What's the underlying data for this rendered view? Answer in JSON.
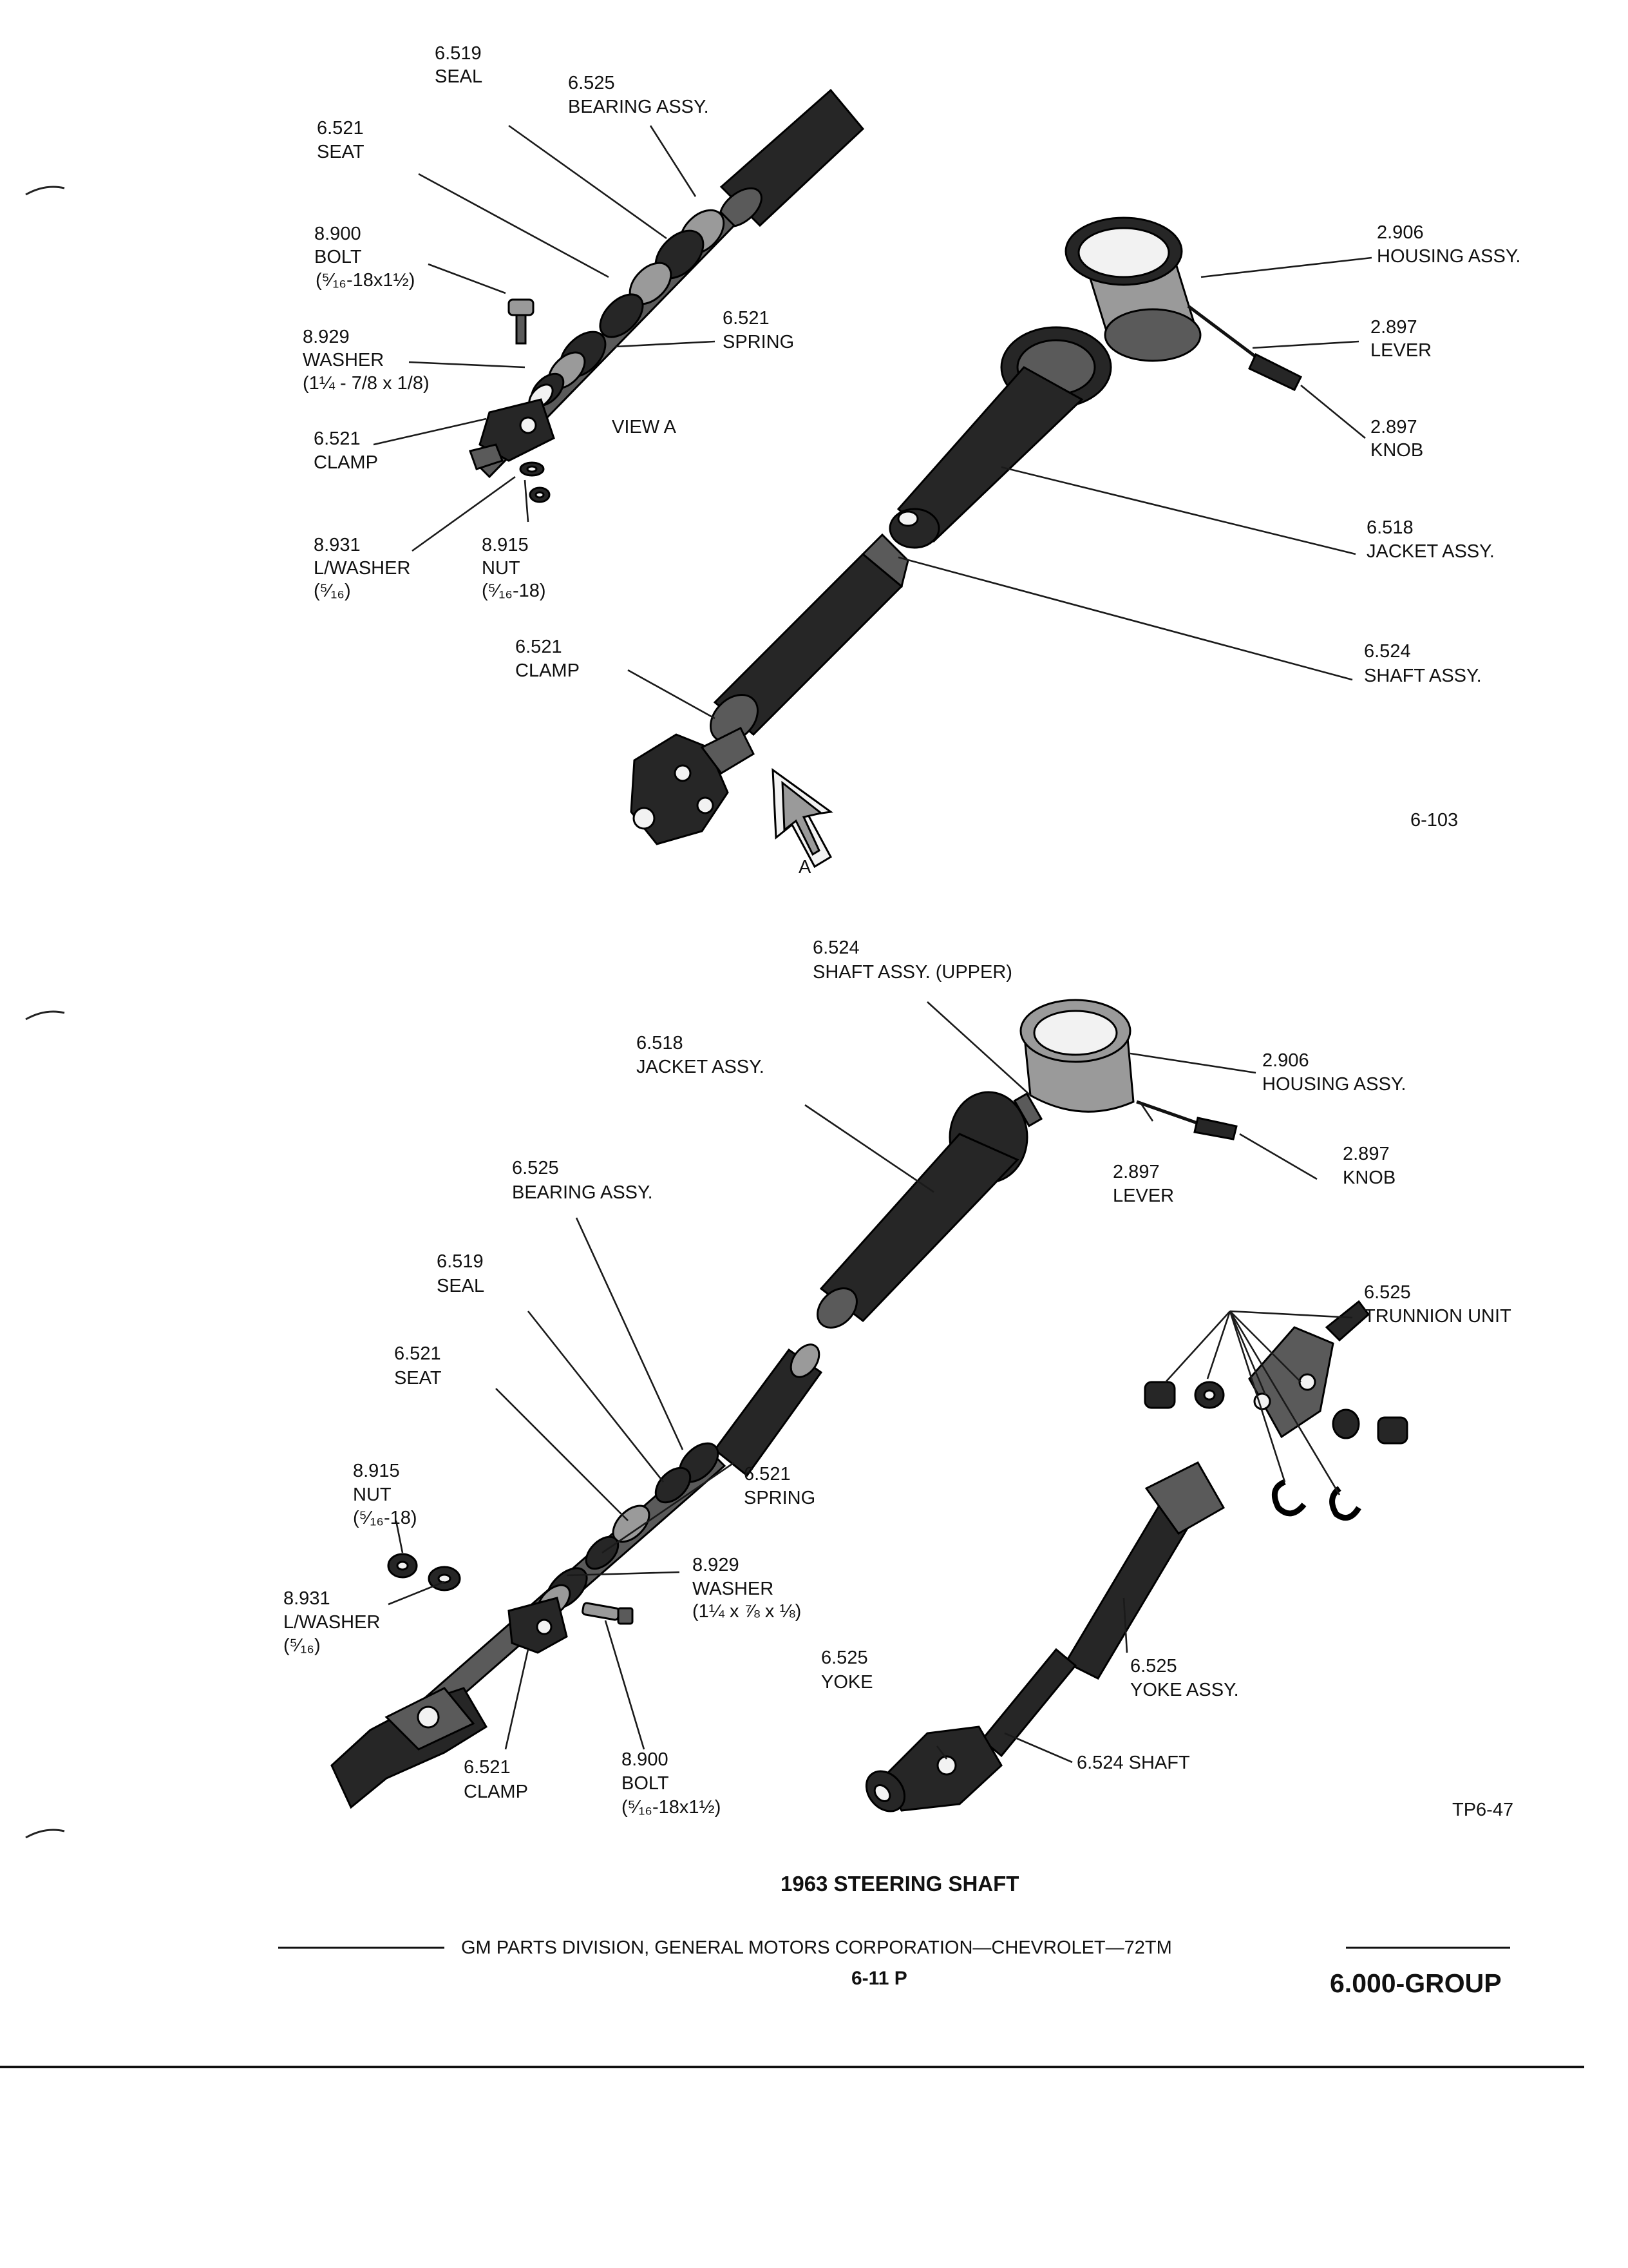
{
  "diagram_top": {
    "callouts": [
      {
        "id": "seal",
        "num": "6.519",
        "name": "SEAL"
      },
      {
        "id": "bearing",
        "num": "6.525",
        "name": "BEARING ASSY."
      },
      {
        "id": "seat",
        "num": "6.521",
        "name": "SEAT"
      },
      {
        "id": "bolt",
        "num": "8.900",
        "name": "BOLT",
        "spec": "(⁵⁄₁₆-18x1½)"
      },
      {
        "id": "washer",
        "num": "8.929",
        "name": "WASHER",
        "spec": "(1¼ - 7/8  x 1/8)"
      },
      {
        "id": "spring",
        "num": "6.521",
        "name": "SPRING"
      },
      {
        "id": "clamp-a",
        "num": "6.521",
        "name": "CLAMP"
      },
      {
        "id": "lwasher",
        "num": "8.931",
        "name": "L/WASHER",
        "spec": "(⁵⁄₁₆)"
      },
      {
        "id": "nut",
        "num": "8.915",
        "name": "NUT",
        "spec": "(⁵⁄₁₆-18)"
      },
      {
        "id": "clamp-b",
        "num": "6.521",
        "name": "CLAMP"
      },
      {
        "id": "housing",
        "num": "2.906",
        "name": "HOUSING  ASSY."
      },
      {
        "id": "lever",
        "num": "2.897",
        "name": "LEVER"
      },
      {
        "id": "knob",
        "num": "2.897",
        "name": "KNOB"
      },
      {
        "id": "jacket",
        "num": "6.518",
        "name": "JACKET ASSY."
      },
      {
        "id": "shaft",
        "num": "6.524",
        "name": "SHAFT  ASSY."
      }
    ],
    "view_label": "VIEW  A",
    "arrow_label": "A",
    "figure_code": "6-103"
  },
  "diagram_bottom": {
    "callouts": [
      {
        "id": "shaft-upper",
        "num": "6.524",
        "name": "SHAFT  ASSY.  (UPPER)"
      },
      {
        "id": "jacket",
        "num": "6.518",
        "name": "JACKET  ASSY."
      },
      {
        "id": "housing",
        "num": "2.906",
        "name": "HOUSING  ASSY."
      },
      {
        "id": "lever",
        "num": "2.897",
        "name": "LEVER"
      },
      {
        "id": "knob",
        "num": "2.897",
        "name": "KNOB"
      },
      {
        "id": "bearing",
        "num": "6.525",
        "name": "BEARING  ASSY."
      },
      {
        "id": "seal",
        "num": "6.519",
        "name": "SEAL"
      },
      {
        "id": "seat",
        "num": "6.521",
        "name": "SEAT"
      },
      {
        "id": "trunnion",
        "num": "6.525",
        "name": "TRUNNION  UNIT"
      },
      {
        "id": "nut",
        "num": "8.915",
        "name": "NUT",
        "spec": "(⁵⁄₁₆-18)"
      },
      {
        "id": "spring",
        "num": "6.521",
        "name": "SPRING"
      },
      {
        "id": "washer",
        "num": "8.929",
        "name": "WASHER",
        "spec": "(1¼ x ⅞ x ⅛)"
      },
      {
        "id": "lwasher",
        "num": "8.931",
        "name": "L/WASHER",
        "spec": "(⁵⁄₁₆)"
      },
      {
        "id": "yoke",
        "num": "6.525",
        "name": "YOKE"
      },
      {
        "id": "yoke-assy",
        "num": "6.525",
        "name": "YOKE  ASSY."
      },
      {
        "id": "clamp",
        "num": "6.521",
        "name": "CLAMP"
      },
      {
        "id": "bolt",
        "num": "8.900",
        "name": "BOLT",
        "spec": "(⁵⁄₁₆-18x1½)"
      },
      {
        "id": "shaft",
        "num": "",
        "name": "6.524  SHAFT"
      }
    ],
    "figure_code": "TP6-47"
  },
  "caption": "1963 STEERING SHAFT",
  "footer": {
    "line": "GM PARTS DIVISION,  GENERAL MOTORS CORPORATION—CHEVROLET—72TM",
    "page": "6-11  P",
    "group": "6.000-GROUP"
  },
  "colors": {
    "ink": "#111111",
    "part_dark": "#262626",
    "part_mid": "#5a5a5a",
    "paper": "#ffffff"
  }
}
